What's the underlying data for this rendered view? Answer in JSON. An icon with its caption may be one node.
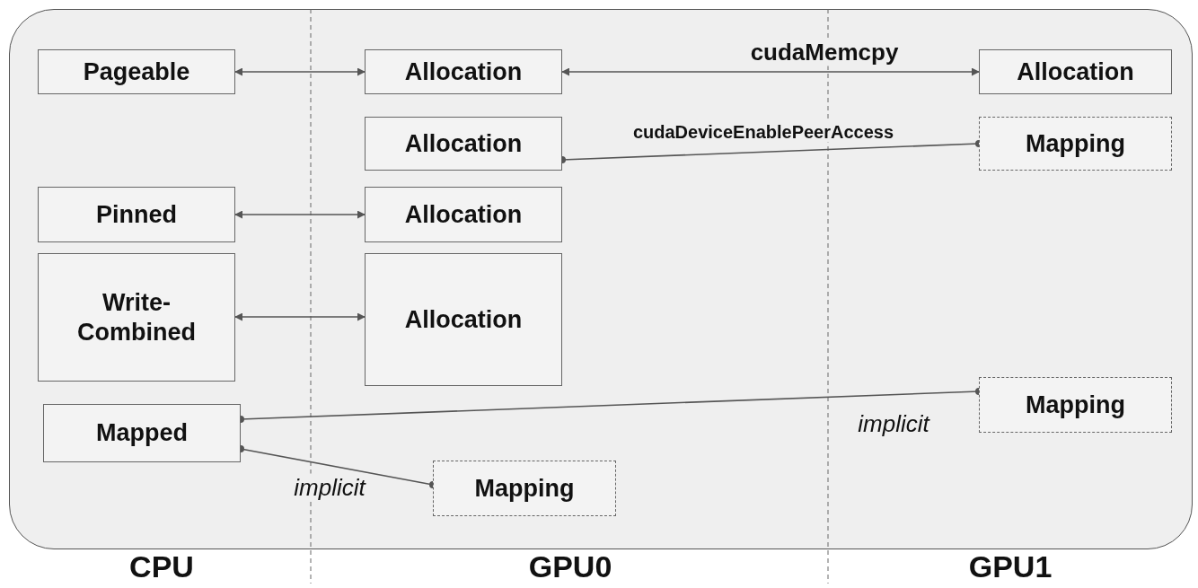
{
  "diagram": {
    "nodes": [
      {
        "text": [
          "Pageable"
        ]
      },
      {
        "text": [
          "Allocation"
        ]
      },
      {
        "text": [
          "Allocation"
        ]
      },
      {
        "text": [
          "Allocation"
        ]
      },
      {
        "text": [
          "Mapping"
        ]
      },
      {
        "text": [
          "Pinned"
        ]
      },
      {
        "text": [
          "Allocation"
        ]
      },
      {
        "text": [
          "Write-Combined"
        ]
      },
      {
        "text": [
          "Allocation"
        ]
      },
      {
        "text": [
          "Mapped"
        ]
      },
      {
        "text": [
          "Mapping"
        ]
      },
      {
        "text": [
          "Mapping"
        ]
      }
    ],
    "edges": [
      {
        "from": 0,
        "to": 1,
        "arrow": "both"
      },
      {
        "from": 1,
        "to": 2,
        "arrow": "both",
        "label": "cudaMemcpy"
      },
      {
        "from": 3,
        "to": 4,
        "arrow": "other",
        "label": "cudaDeviceEnablePeerAccess"
      },
      {
        "from": 5,
        "to": 6,
        "arrow": "both"
      },
      {
        "from": 7,
        "to": 8,
        "arrow": "both"
      },
      {
        "from": 9,
        "to": 10,
        "arrow": "other",
        "label": "implicit"
      },
      {
        "from": 9,
        "to": 11,
        "arrow": "other",
        "label": "implicit"
      }
    ],
    "labels": [
      "CPU",
      "GPU0",
      "GPU1"
    ]
  }
}
